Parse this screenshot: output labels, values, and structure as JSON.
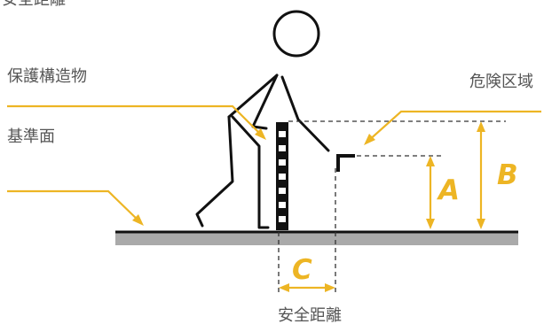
{
  "labels": {
    "top_caption": "安全距離",
    "protective_structure": "保護構造物",
    "reference_plane": "基準面",
    "hazard_zone": "危険区域",
    "safety_distance": "安全距離"
  },
  "dimensions": {
    "a": "A",
    "b": "B",
    "c": "C"
  },
  "colors": {
    "accent": "#EDB524",
    "ground": "#AAAAAA",
    "line": "#111111",
    "text": "#555555"
  }
}
